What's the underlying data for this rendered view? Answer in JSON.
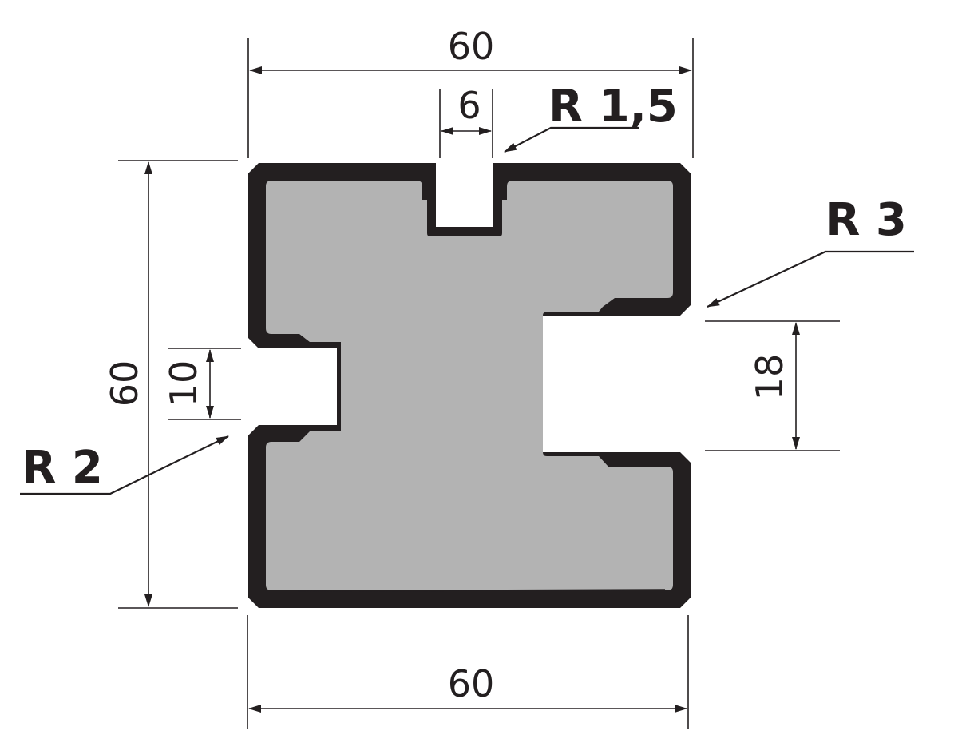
{
  "dimensions": {
    "top_width": "60",
    "bottom_width": "60",
    "height": "60",
    "top_slot": "6",
    "left_slot": "10",
    "right_slot": "18"
  },
  "radii": {
    "top": "R 1,5",
    "right": "R 3",
    "left": "R 2"
  },
  "colors": {
    "outline": "#231f20",
    "body_fill": "#b3b3b3",
    "background": "#ffffff"
  }
}
